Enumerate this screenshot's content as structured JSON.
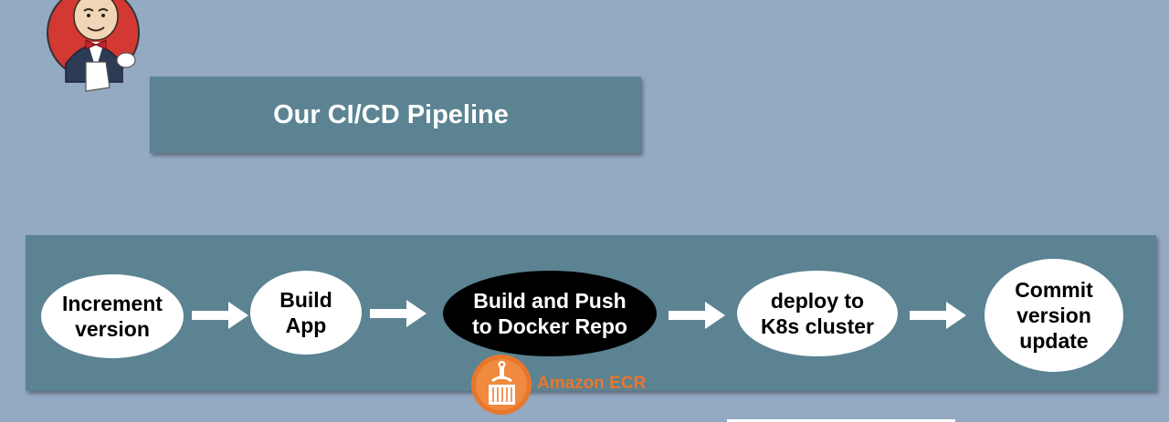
{
  "title": "Our CI/CD Pipeline",
  "stages": [
    {
      "label": "Increment\nversion"
    },
    {
      "label": "Build\nApp"
    },
    {
      "label": "Build and Push\nto Docker Repo"
    },
    {
      "label": "deploy to\nK8s cluster"
    },
    {
      "label": "Commit\nversion\nupdate"
    }
  ],
  "ecr": {
    "label": "Amazon ECR",
    "color": "#e8772e"
  },
  "colors": {
    "background": "#94a9c2",
    "panel": "#5b8392",
    "stage_fill": "#ffffff",
    "active_stage_fill": "#000000"
  }
}
